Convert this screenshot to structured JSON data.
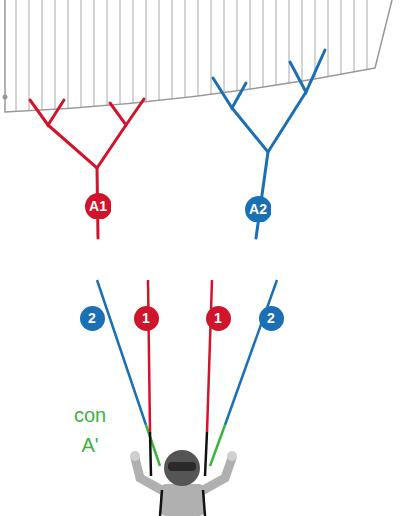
{
  "diagram": {
    "nodes": [
      {
        "text": [
          "A1"
        ]
      },
      {
        "text": [
          "A2"
        ]
      },
      {
        "text": [
          "2"
        ]
      },
      {
        "text": [
          "1"
        ]
      },
      {
        "text": [
          "1"
        ]
      },
      {
        "text": [
          "2"
        ]
      }
    ],
    "labels": [
      "con A'"
    ]
  }
}
